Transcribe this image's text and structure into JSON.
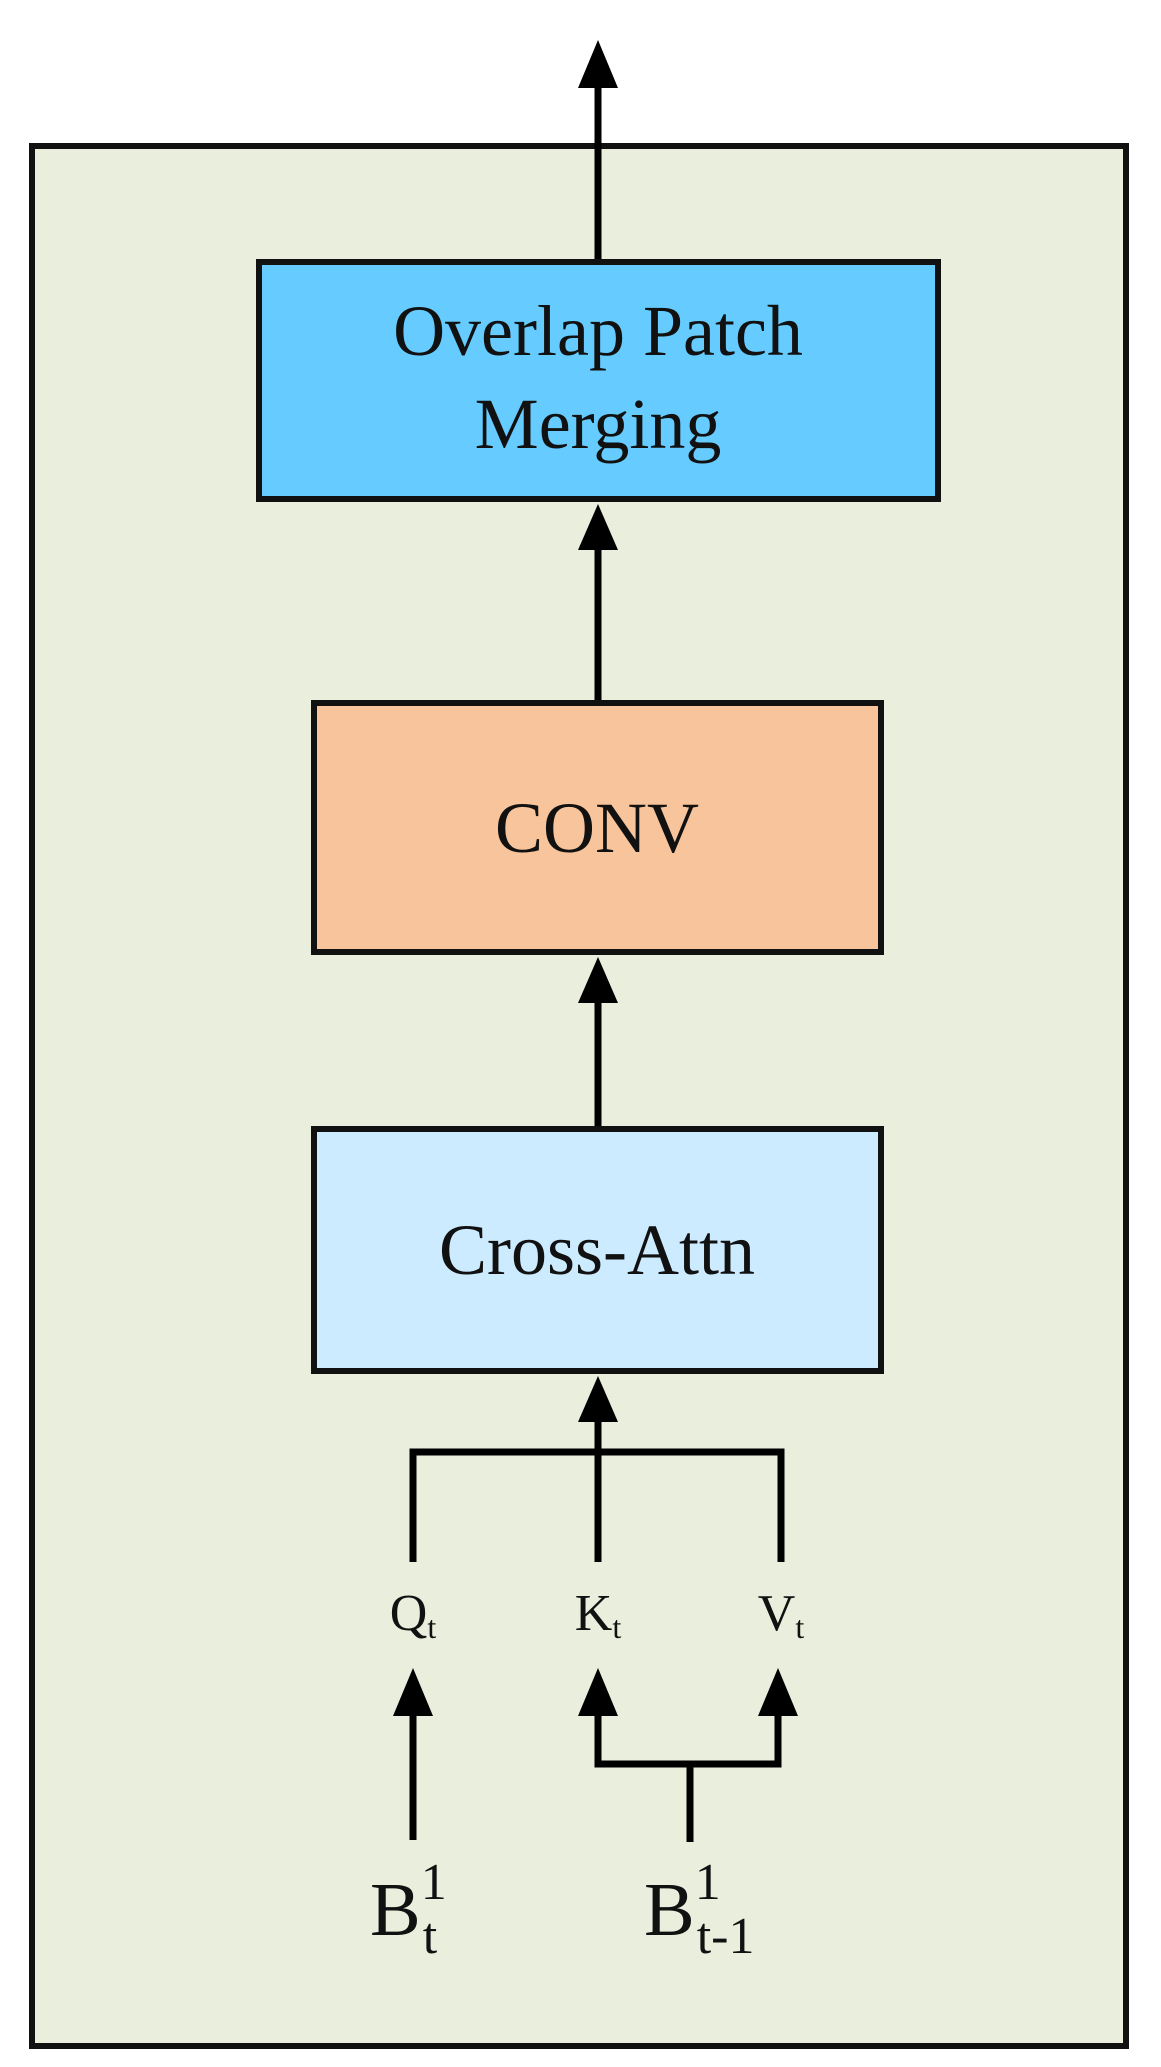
{
  "diagram": {
    "blocks": {
      "patch_merging": {
        "line1": "Overlap Patch",
        "line2": "Merging",
        "color": "#66CCFF"
      },
      "conv": {
        "label": "CONV",
        "color": "#F8C49C"
      },
      "cross_attn": {
        "label": "Cross-Attn",
        "color": "#CCEBFF"
      }
    },
    "container_color": "#E9EEDD",
    "qkv": {
      "q": {
        "base": "Q",
        "sub": "t"
      },
      "k": {
        "base": "K",
        "sub": "t"
      },
      "v": {
        "base": "V",
        "sub": "t"
      }
    },
    "inputs": {
      "current": {
        "base": "B",
        "sup": "1",
        "sub": "t"
      },
      "previous": {
        "base": "B",
        "sup": "1",
        "sub": "t-1"
      }
    }
  }
}
